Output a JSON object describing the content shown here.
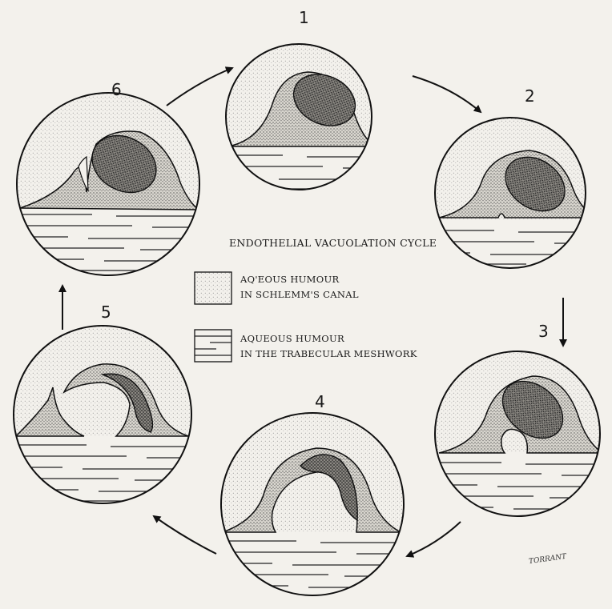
{
  "diagram": {
    "title": "ENDOTHELIAL VACUOLATION CYCLE",
    "stages": [
      {
        "label": "1"
      },
      {
        "label": "2"
      },
      {
        "label": "3"
      },
      {
        "label": "4"
      },
      {
        "label": "5"
      },
      {
        "label": "6"
      }
    ],
    "legend": [
      {
        "line1": "AQ'EOUS HUMOUR",
        "line2": "IN SCHLEMM'S CANAL",
        "pattern": "dotted"
      },
      {
        "line1": "AQUEOUS HUMOUR",
        "line2": "IN THE TRABECULAR MESHWORK",
        "pattern": "lined"
      }
    ],
    "signature": "TORRANT"
  }
}
